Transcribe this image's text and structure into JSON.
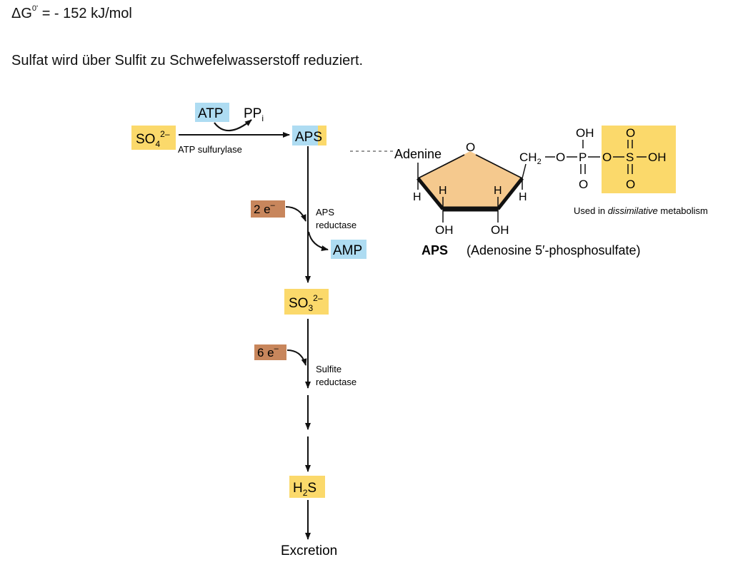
{
  "header": {
    "delta_g_prefix": "ΔG",
    "delta_g_sup": "0'",
    "delta_g_value": " = - 152 kJ/mol",
    "statement": "Sulfat wird über Sulfit zu Schwefelwasserstoff reduziert."
  },
  "pathway": {
    "sulfate": {
      "base": "SO",
      "sub": "4",
      "sup": "2–"
    },
    "atp": "ATP",
    "pp": {
      "base": "PP",
      "sub": "i"
    },
    "enzyme1": "ATP sulfurylase",
    "aps": "APS",
    "electrons1": {
      "base": "2 e",
      "sup": "–"
    },
    "enzyme2": [
      "APS",
      "reductase"
    ],
    "amp": "AMP",
    "sulfite": {
      "base": "SO",
      "sub": "3",
      "sup": "2–"
    },
    "electrons2": {
      "base": "6 e",
      "sup": "–"
    },
    "enzyme3": [
      "Sulfite",
      "reductase"
    ],
    "h2s": {
      "h": "H",
      "sub": "2",
      "s": "S"
    },
    "excretion": "Excretion"
  },
  "structure": {
    "adenine": "Adenine",
    "ring_o": "O",
    "h": "H",
    "oh": "OH",
    "ch2": {
      "base": "CH",
      "sub": "2"
    },
    "o": "O",
    "p": "P",
    "s": "S",
    "dissim_prefix": "Used in ",
    "dissim_em": "dissimilative",
    "dissim_suffix": " metabolism",
    "title": "APS",
    "subtitle": "(Adenosine 5′-phosphosulfate)"
  },
  "colors": {
    "yellow": "#fbd96b",
    "blue": "#aedcf2",
    "brown": "#c8865c",
    "sugar": "#f5c98e"
  }
}
